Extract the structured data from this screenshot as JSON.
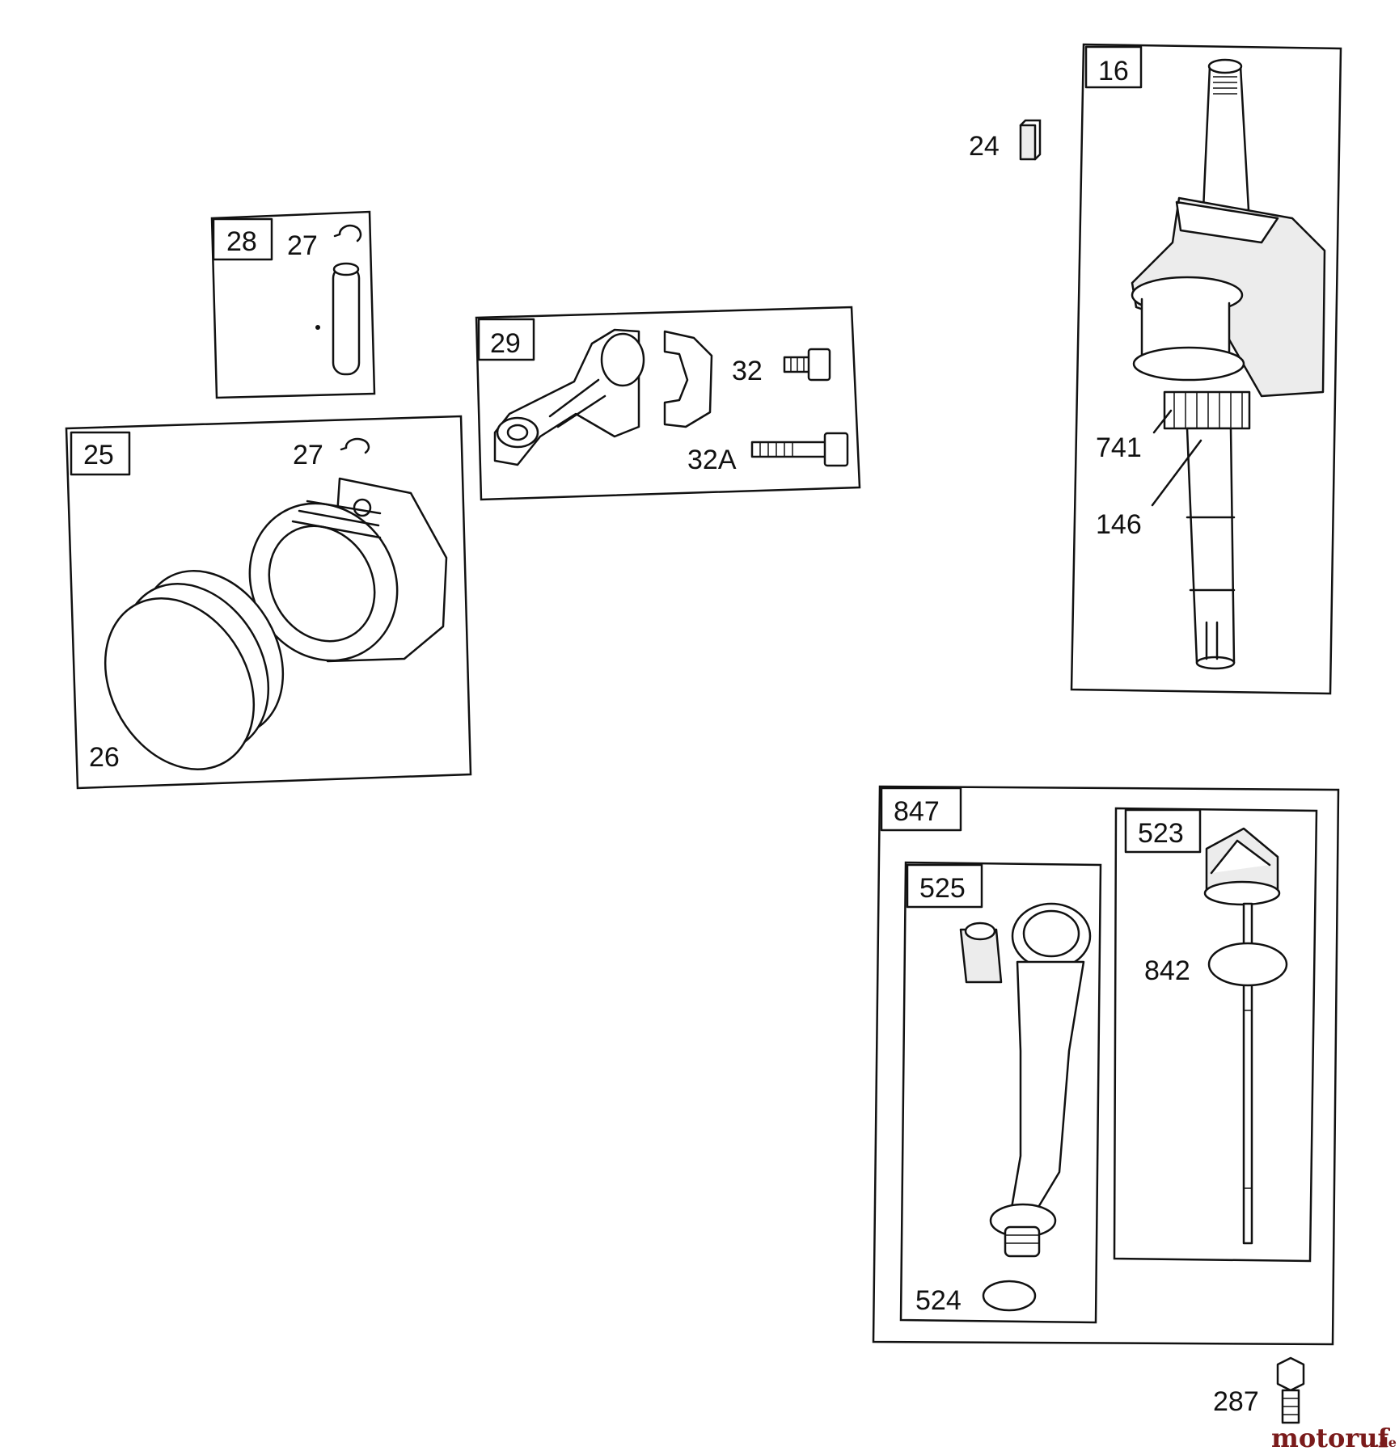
{
  "groups": {
    "g16": "16",
    "g28": "28",
    "g29": "29",
    "g25": "25",
    "g847": "847",
    "g525": "525",
    "g523": "523"
  },
  "parts": {
    "p24": "24",
    "p27a": "27",
    "p27b": "27",
    "p32": "32",
    "p32a": "32A",
    "p741": "741",
    "p146": "146",
    "p26": "26",
    "p842": "842",
    "p524": "524",
    "p287": "287"
  },
  "watermark": {
    "brand": "motoruf",
    "tld": ".de"
  }
}
